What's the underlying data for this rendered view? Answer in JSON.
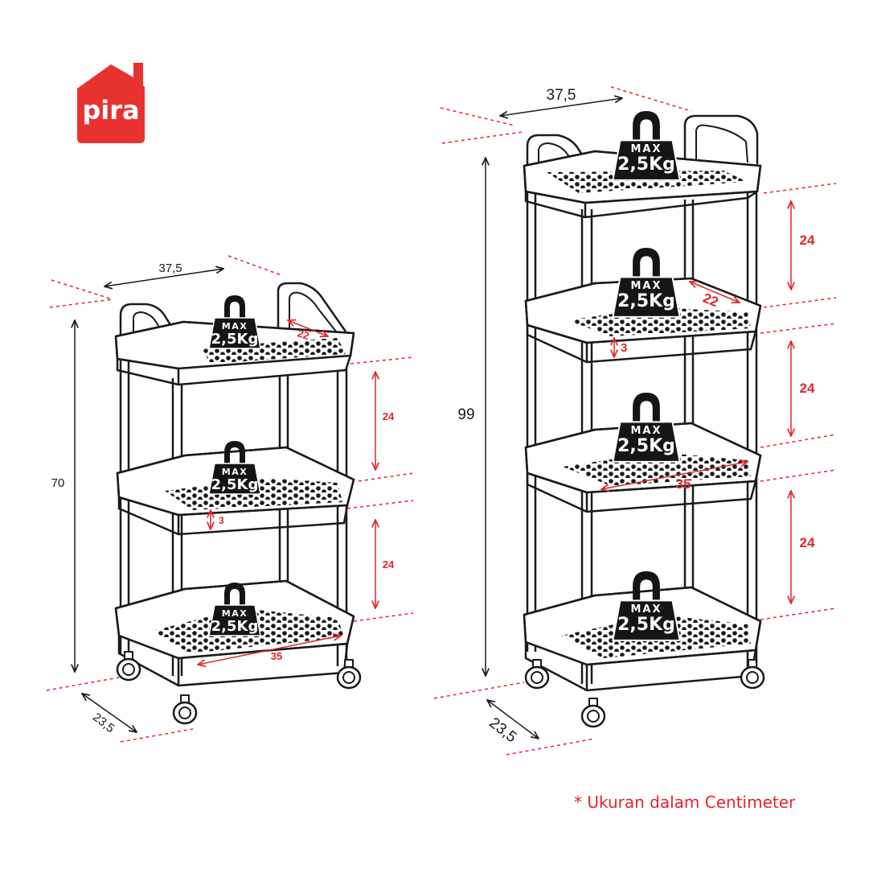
{
  "brand": {
    "name": "pira",
    "color": "#e8322f"
  },
  "colors": {
    "accent": "#e0262b",
    "line": "#1a1a1a",
    "weight_fill": "#151515"
  },
  "small_cart": {
    "height": "70",
    "width": "37,5",
    "depth": "23,5",
    "basket_length": "35",
    "basket_inner_depth": "22",
    "tier_gaps": [
      "24",
      "24"
    ],
    "basket_height": "3",
    "load_labels": [
      {
        "max": "MAX",
        "value": "2,5Kg"
      },
      {
        "max": "MAX",
        "value": "2,5Kg"
      },
      {
        "max": "MAX",
        "value": "2,5Kg"
      }
    ]
  },
  "large_cart": {
    "height": "99",
    "width": "37,5",
    "depth": "23,5",
    "basket_length": "35",
    "basket_inner_depth": "22",
    "tier_gaps": [
      "24",
      "24",
      "24"
    ],
    "basket_height": "3",
    "load_labels": [
      {
        "max": "MAX",
        "value": "2,5Kg"
      },
      {
        "max": "MAX",
        "value": "2,5Kg"
      },
      {
        "max": "MAX",
        "value": "2,5Kg"
      },
      {
        "max": "MAX",
        "value": "2,5Kg"
      }
    ]
  },
  "footnote": "* Ukuran dalam Centimeter"
}
